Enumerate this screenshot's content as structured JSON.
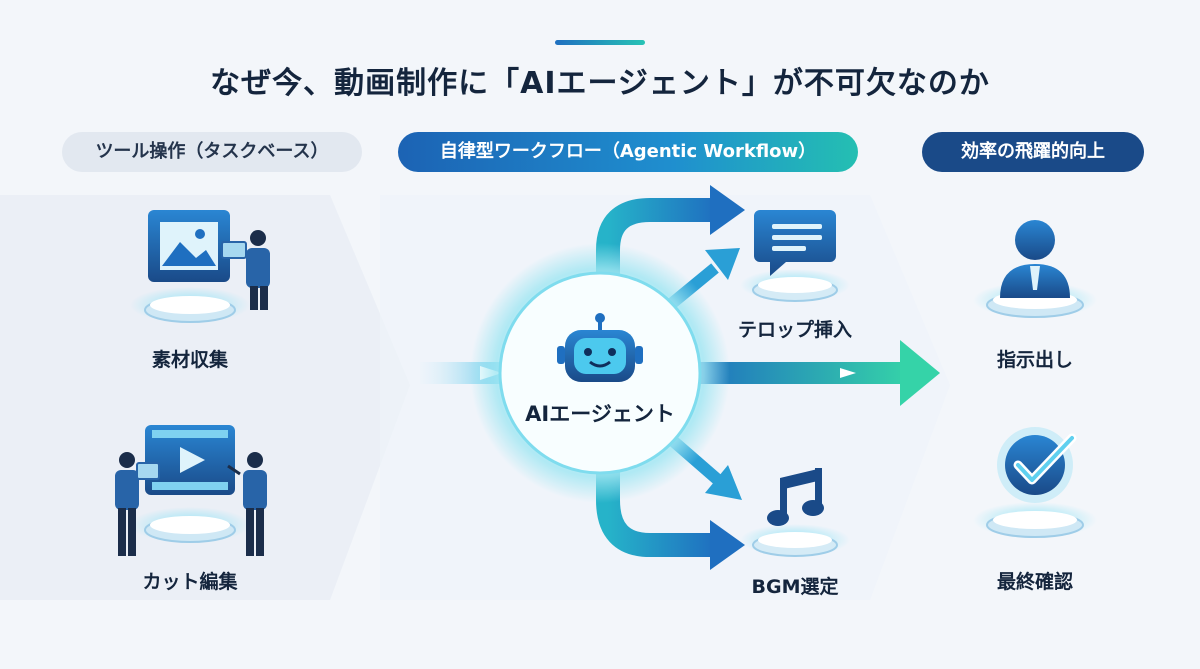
{
  "title": "なぜ今、動画制作に「AIエージェント」が不可欠なのか",
  "columns": {
    "left_header": "ツール操作（タスクベース）",
    "middle_header": "自律型ワークフロー（Agentic Workflow）",
    "right_header": "効率の飛躍的向上"
  },
  "left_steps": [
    {
      "label": "素材収集",
      "icon": "image-film-icon"
    },
    {
      "label": "カット編集",
      "icon": "video-edit-icon"
    }
  ],
  "center": {
    "label": "AIエージェント",
    "icon": "robot-icon"
  },
  "outputs": [
    {
      "label": "テロップ挿入",
      "icon": "speech-bubble-icon"
    },
    {
      "label": "BGM選定",
      "icon": "music-note-icon"
    }
  ],
  "right_steps": [
    {
      "label": "指示出し",
      "icon": "person-icon"
    },
    {
      "label": "最終確認",
      "icon": "checkmark-icon"
    }
  ],
  "colors": {
    "navy": "#1a4a88",
    "blue": "#1f6fc0",
    "teal": "#27c3b5"
  }
}
